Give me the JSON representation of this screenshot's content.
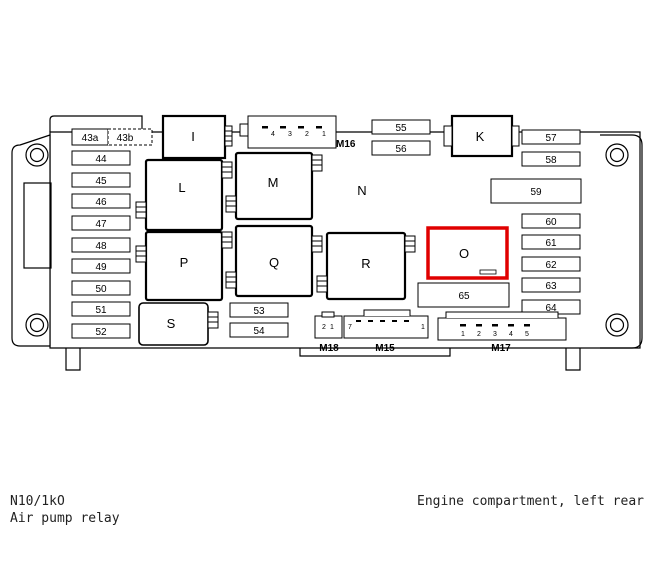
{
  "fuses": {
    "f43a": "43a",
    "f43b": "43b",
    "f44": "44",
    "f45": "45",
    "f46": "46",
    "f47": "47",
    "f48": "48",
    "f49": "49",
    "f50": "50",
    "f51": "51",
    "f52": "52",
    "f53": "53",
    "f54": "54",
    "f55": "55",
    "f56": "56",
    "f57": "57",
    "f58": "58",
    "f59": "59",
    "f60": "60",
    "f61": "61",
    "f62": "62",
    "f63": "63",
    "f64": "64",
    "f65": "65"
  },
  "relays": {
    "I": "I",
    "K": "K",
    "L": "L",
    "M": "M",
    "N": "N",
    "O": "O",
    "P": "P",
    "Q": "Q",
    "R": "R",
    "S": "S"
  },
  "connectors": {
    "M16": "M16",
    "M15": "M15",
    "M17": "M17",
    "M18": "M18",
    "m16_pins": [
      "4",
      "3",
      "2",
      "1"
    ],
    "m17_pins": [
      "1",
      "2",
      "3",
      "4",
      "5"
    ],
    "m18_pins": [
      "2",
      "1"
    ],
    "m15_pin": "7",
    "m15_pin_end": "1"
  },
  "highlight_color": "#e00000",
  "caption": {
    "code": "N10/1kO",
    "description": "Air pump relay",
    "location": "Engine compartment, left rear"
  }
}
